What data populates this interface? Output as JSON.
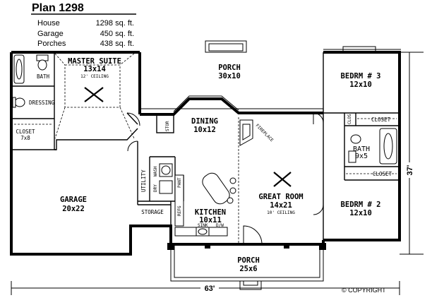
{
  "plan": {
    "title": "Plan 1298",
    "summary": [
      {
        "label": "House",
        "value": "1298 sq. ft."
      },
      {
        "label": "Garage",
        "value": "450 sq. ft."
      },
      {
        "label": "Porches",
        "value": "438 sq. ft."
      }
    ]
  },
  "rooms": {
    "master_suite": {
      "name": "MASTER SUITE",
      "size": "13x14",
      "note": "12' CEILING"
    },
    "master_bath": {
      "name": "BATH"
    },
    "dressing": {
      "name": "DRESSING"
    },
    "closet_master": {
      "name": "CLOSET",
      "size": "7x8"
    },
    "porch_rear": {
      "name": "PORCH",
      "size": "30x10"
    },
    "bedrm3": {
      "name": "BEDRM # 3",
      "size": "12x10"
    },
    "closet_b3": {
      "name": "CLOSET"
    },
    "clos_small": {
      "name": "CLOS"
    },
    "bath2": {
      "name": "BATH",
      "size": "9x5"
    },
    "closet_b2": {
      "name": "CLOSET"
    },
    "bedrm2": {
      "name": "BEDRM # 2",
      "size": "12x10"
    },
    "dining": {
      "name": "DINING",
      "size": "10x12"
    },
    "stor": {
      "name": "STOR"
    },
    "fireplace": {
      "name": "FIREPLACE"
    },
    "great_room": {
      "name": "GREAT ROOM",
      "size": "14x21",
      "note": "10' CEILING"
    },
    "garage": {
      "name": "GARAGE",
      "size": "20x22"
    },
    "utility": {
      "name": "UTILITY"
    },
    "wash": {
      "name": "WASH"
    },
    "dry": {
      "name": "DRY"
    },
    "pant": {
      "name": "PANT"
    },
    "refg": {
      "name": "REFG"
    },
    "storage": {
      "name": "STORAGE"
    },
    "kitchen": {
      "name": "KITCHEN",
      "size": "10x11"
    },
    "sink": {
      "name": "SINK"
    },
    "dw": {
      "name": "D/W"
    },
    "porch_front": {
      "name": "PORCH",
      "size": "25x6"
    }
  },
  "dimensions": {
    "width": "63'",
    "depth": "37'"
  },
  "copyright": "© COPYRIGHT"
}
